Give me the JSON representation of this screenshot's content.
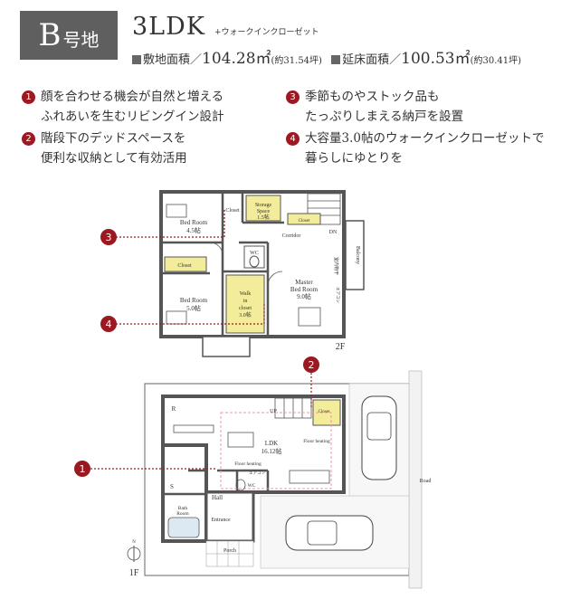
{
  "header": {
    "unit_letter": "B",
    "unit_suffix": "号地",
    "plan_type": "3LDK",
    "plan_note": "+ウォークインクローゼット",
    "site_area_label": "敷地面積",
    "site_area_value": "104.28㎡",
    "site_area_tsubo": "(約31.54坪)",
    "floor_area_label": "延床面積",
    "floor_area_value": "100.53㎡",
    "floor_area_tsubo": "(約30.41坪)"
  },
  "features": [
    {
      "num": "1",
      "line1": "顔を合わせる機会が自然と増える",
      "line2": "ふれあいを生むリビングイン設計"
    },
    {
      "num": "2",
      "line1": "階段下のデッドスペースを",
      "line2": "便利な収納として有効活用"
    },
    {
      "num": "3",
      "line1": "季節ものやストック品も",
      "line2": "たっぷりしまえる納戸を設置"
    },
    {
      "num": "4",
      "line1": "大容量3.0帖のウォークインクローゼットで",
      "line2": "暮らしにゆとりを"
    }
  ],
  "floor2": {
    "label": "2F",
    "bedroom1": "Bed Room",
    "bedroom1_size": "4.5帖",
    "closet1": "Closet",
    "storage": "Storage",
    "storage2": "Space",
    "storage_size": "1.5帖",
    "closet_top": "Closet",
    "corridor": "Corridor",
    "dn": "DN",
    "wc": "WC",
    "closet2": "Closet",
    "bedroom2": "Bed Room",
    "bedroom2_size": "5.0帖",
    "walk1": "Walk",
    "walk2": "in",
    "walk3": "closet",
    "walk_size": "3.0帖",
    "master1": "Master",
    "master2": "Bed Room",
    "master_size": "9.0帖",
    "balcony": "Balcony",
    "indoor_dry": "室内物干",
    "aircon": "エアコン"
  },
  "floor1": {
    "label": "1F",
    "r": "R",
    "up": "UP",
    "closet": "Closet",
    "ldk": "LDK",
    "ldk_size": "16.12帖",
    "floor_heating_a": "Floor heating",
    "floor_heating_b": "Floor heating",
    "s": "S",
    "bath1": "Bath",
    "bath2": "Room",
    "hall": "Hall",
    "wc": "WC",
    "entrance": "Entrance",
    "porch": "Porch",
    "road": "Road",
    "north": "N",
    "aircon": "エアコン"
  },
  "callouts": {
    "c1": "1",
    "c2": "2",
    "c3": "3",
    "c4": "4"
  },
  "colors": {
    "accent": "#9b1a22",
    "storage": "#f3ec9b",
    "heating_line": "#e79aa8"
  }
}
